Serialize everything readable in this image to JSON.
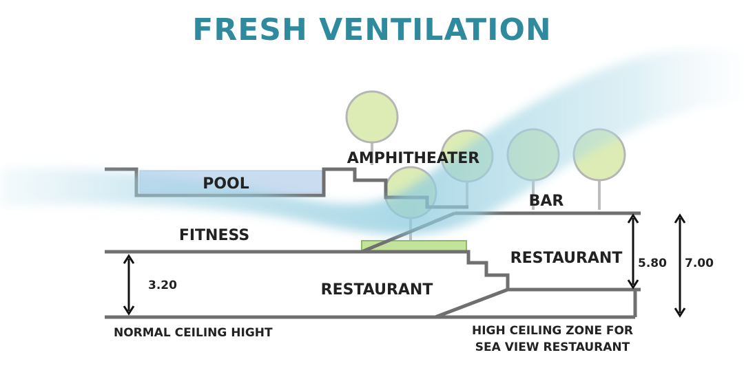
{
  "title": "FRESH VENTILATION",
  "labels": {
    "pool": "POOL",
    "amphitheater": "AMPHITHEATER",
    "bar": "BAR",
    "fitness": "FITNESS",
    "restaurant_upper": "RESTAURANT",
    "restaurant_lower": "RESTAURANT"
  },
  "dimensions": {
    "normal": "3.20",
    "high_inner": "5.80",
    "high_outer": "7.00"
  },
  "captions": {
    "left": "NORMAL CEILING HIGHT",
    "right_line1": "HIGH CEILING ZONE FOR",
    "right_line2": "SEA VIEW RESTAURANT"
  },
  "colors": {
    "title": "#2e8a9c",
    "structure": "#6f6f6f",
    "airflow": "#9fd3e3",
    "tree_fill": "#dcecb4",
    "tree_stroke": "#b0b0b0",
    "pool_water": "#c9dcf0",
    "planter": "#c4e39a"
  }
}
